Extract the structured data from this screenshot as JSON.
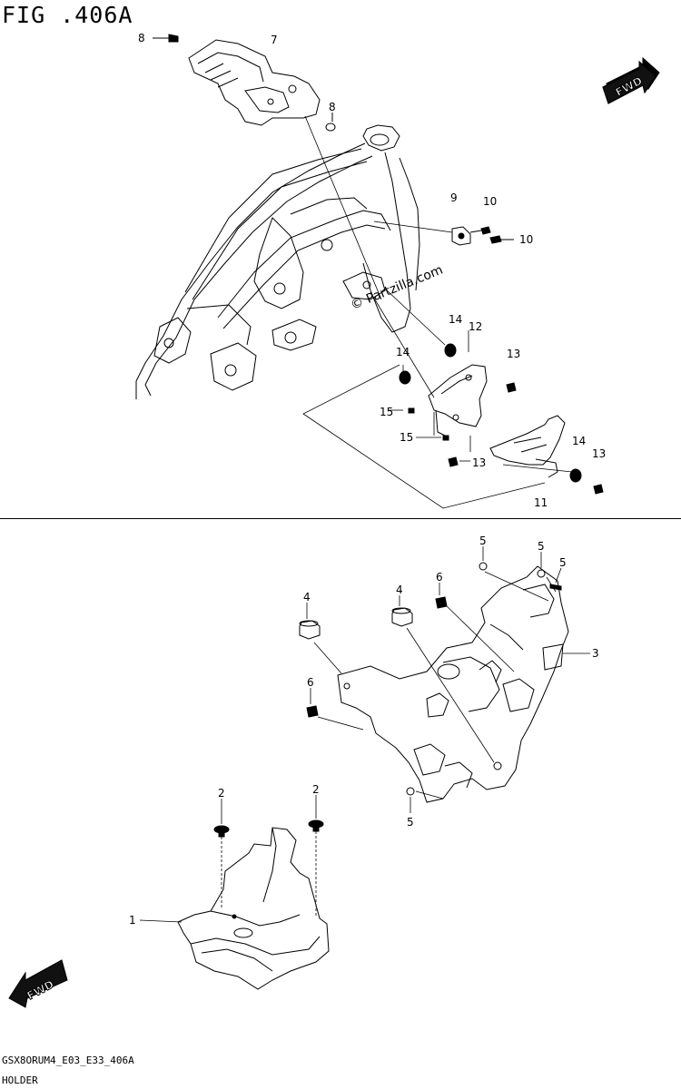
{
  "figure": {
    "title": "FIG .406A",
    "code": "GSX8ORUM4_E03_E33_406A",
    "name": "HOLDER"
  },
  "watermark": "© Partzilla.com",
  "fwd_label": "FWD",
  "callouts": {
    "c1": "1",
    "c2a": "2",
    "c2b": "2",
    "c3": "3",
    "c4a": "4",
    "c4b": "4",
    "c5a": "5",
    "c5b": "5",
    "c5c": "5",
    "c5d": "5",
    "c6a": "6",
    "c6b": "6",
    "c7": "7",
    "c8a": "8",
    "c8b": "8",
    "c9": "9",
    "c10a": "10",
    "c10b": "10",
    "c11": "11",
    "c12": "12",
    "c13a": "13",
    "c13b": "13",
    "c13c": "13",
    "c14a": "14",
    "c14b": "14",
    "c14c": "14",
    "c15a": "15",
    "c15b": "15"
  }
}
